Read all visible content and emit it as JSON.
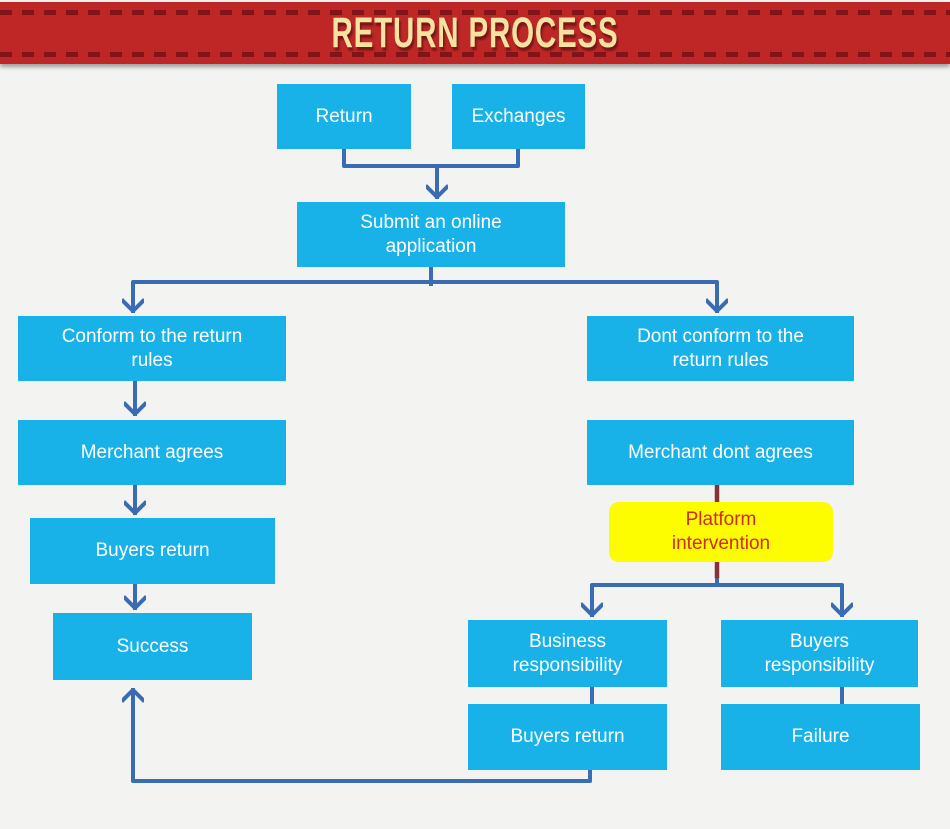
{
  "header": {
    "title": "RETURN PROCESS"
  },
  "colors": {
    "background": "#f3f3f1",
    "ribbon_red": "#be2726",
    "ribbon_stitch": "#7a1216",
    "title_cream": "#f5e3a1",
    "node_fill": "#18b2e8",
    "node_text": "#ffffff",
    "connector": "#3a6cb4",
    "maroon": "#8a3138",
    "highlight_fill": "#fdfd00",
    "highlight_text": "#d02b24"
  },
  "nodes": {
    "return_box": "Return",
    "exchanges": "Exchanges",
    "submit": "Submit an online application",
    "conform": "Conform to the return rules",
    "dont_conform": "Dont conform to the return rules",
    "merchant_agrees": "Merchant agrees",
    "merchant_dont_agrees": "Merchant dont agrees",
    "platform_intervention": "Platform intervention",
    "buyers_return_left": "Buyers return",
    "success": "Success",
    "business_responsibility": "Business responsibility",
    "buyers_responsibility": "Buyers responsibility",
    "buyers_return_right": "Buyers return",
    "failure": "Failure"
  }
}
